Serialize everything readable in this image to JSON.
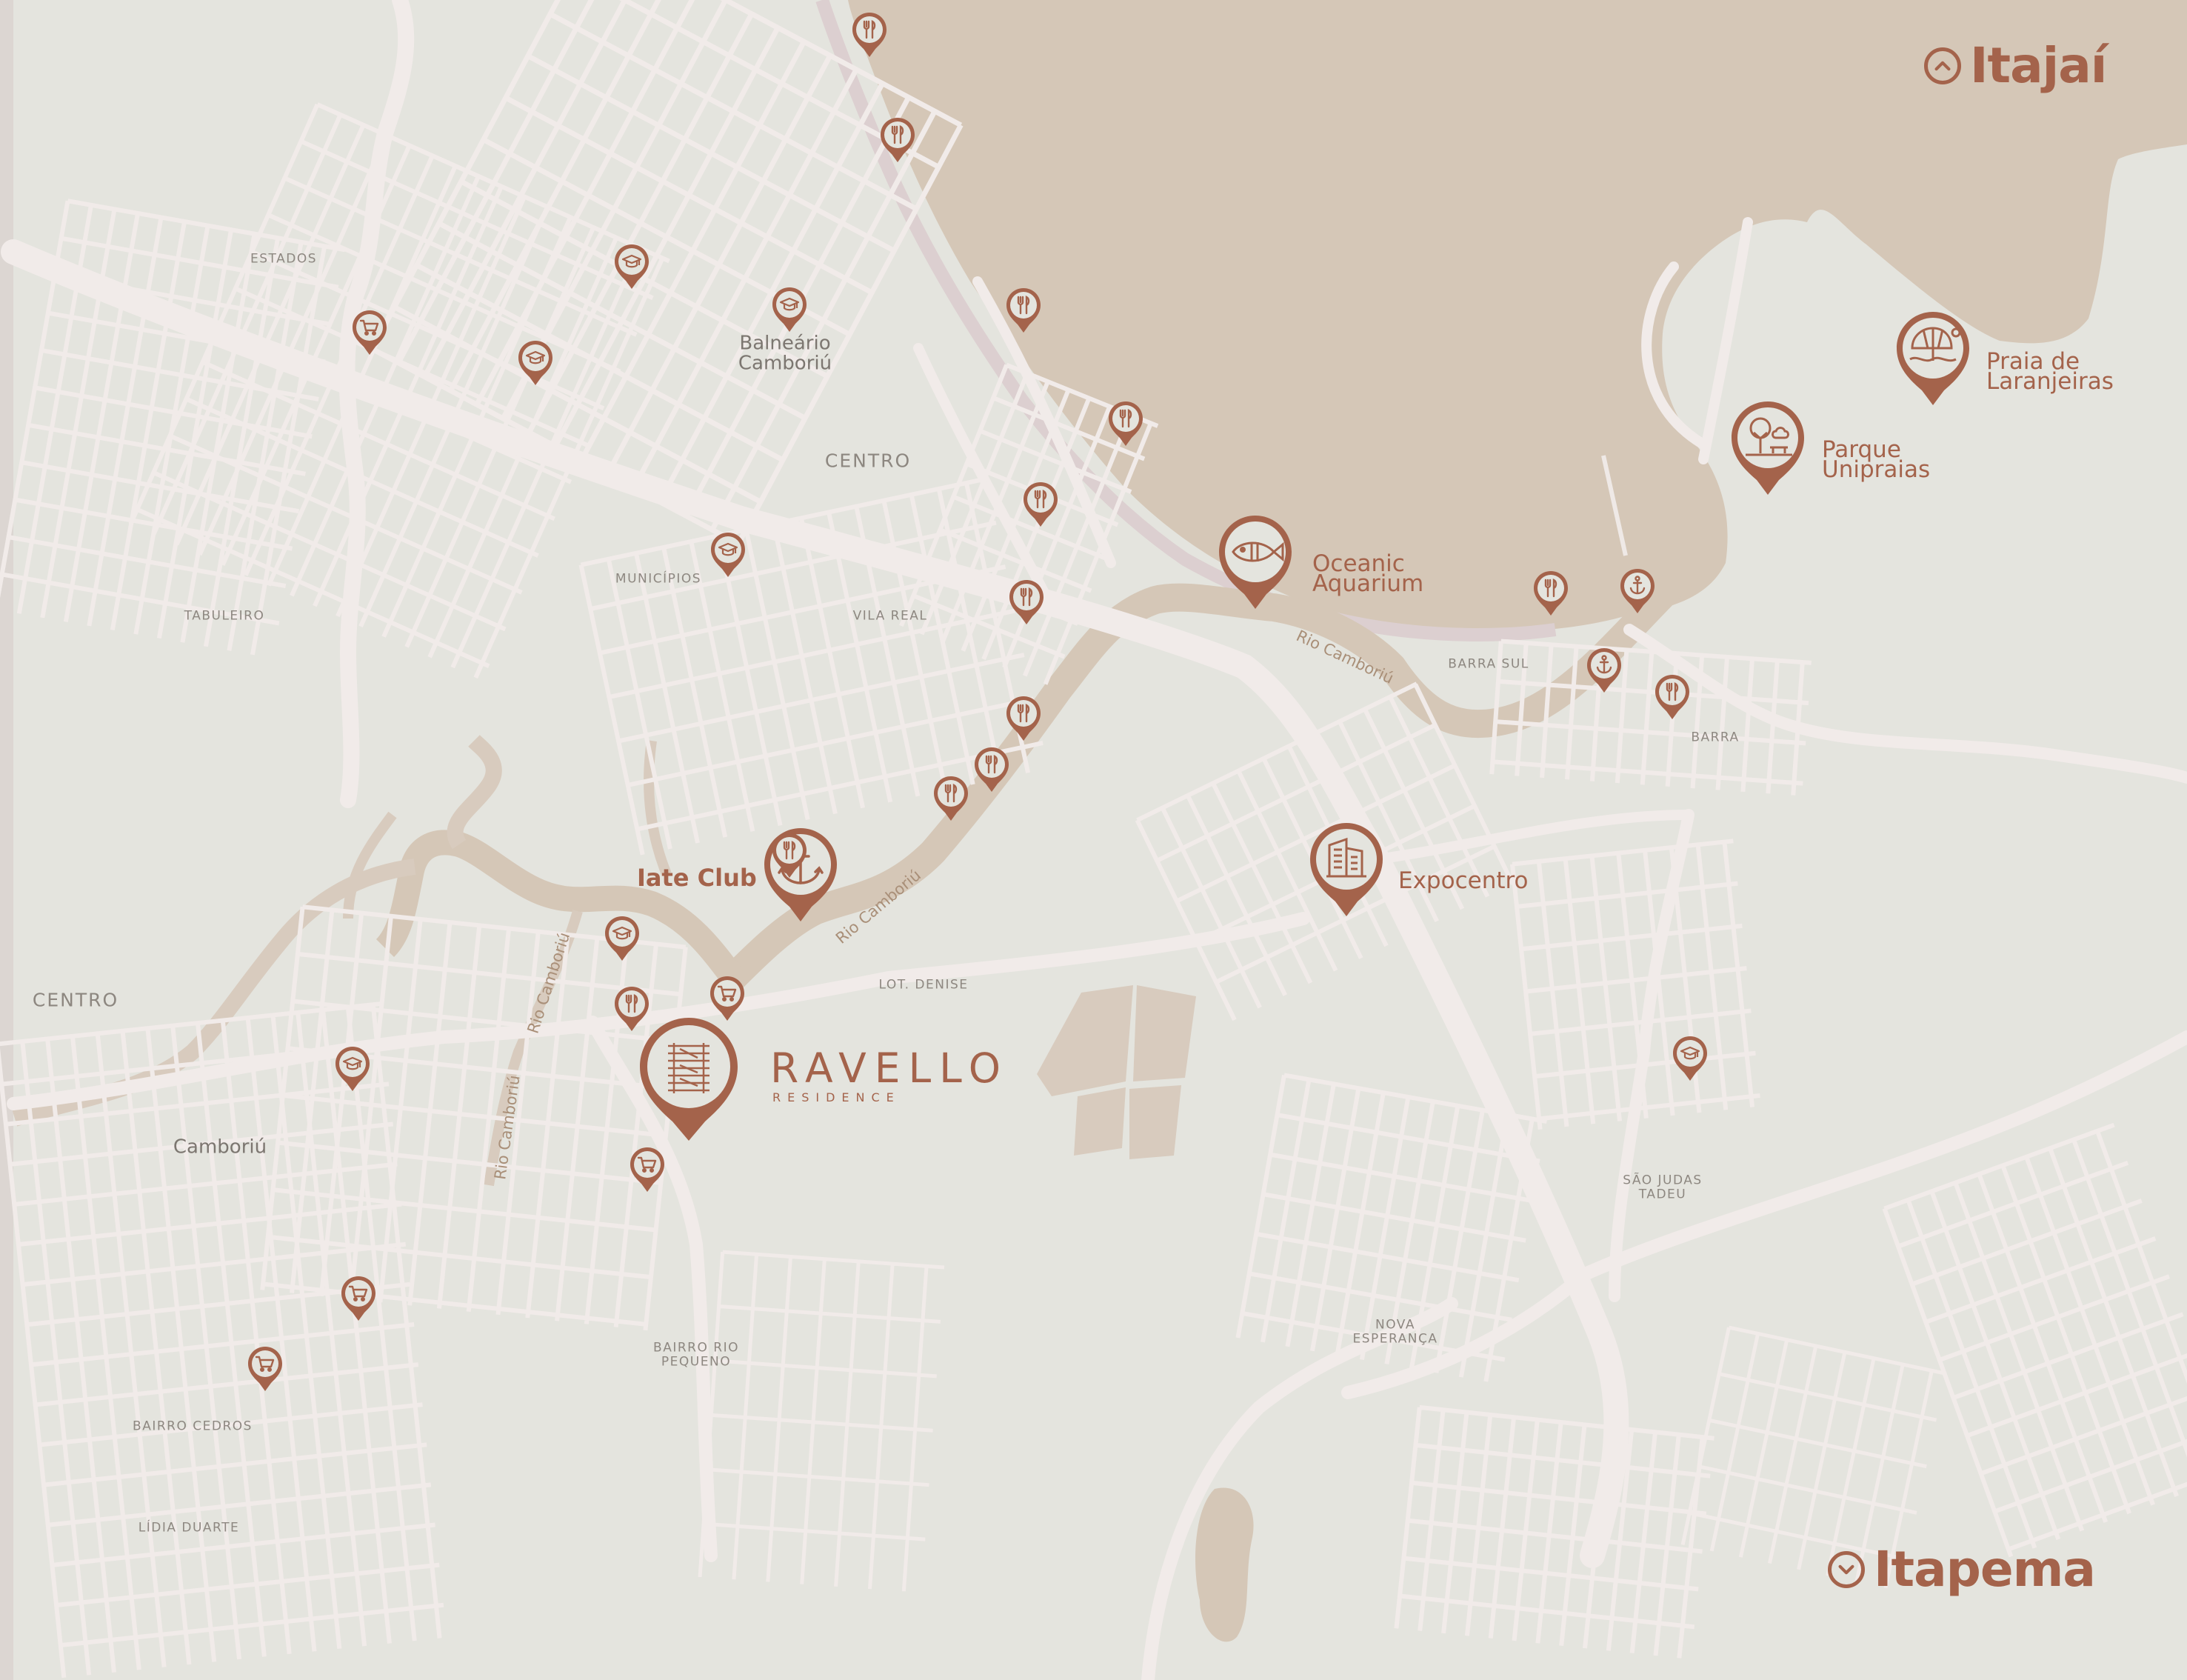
{
  "colors": {
    "land": "#e4e4de",
    "water": "#d5c7b7",
    "road": "#f1ebe9",
    "accent": "#a4634b",
    "label": "#8d8780"
  },
  "cities": [
    {
      "key": "itajai",
      "label": "Itajaí",
      "icon": "chevron-up-icon"
    },
    {
      "key": "itapema",
      "label": "Itapema",
      "icon": "chevron-down-icon"
    }
  ],
  "district_labels": [
    "ESTADOS",
    "CENTRO",
    "MUNICÍPIOS",
    "TABULEIRO",
    "VILA REAL",
    "BARRA SUL",
    "BARRA",
    "CENTRO",
    "LOT. DENISE",
    "SÃO JUDAS\nTADEU",
    "NOVA\nESPERANÇA",
    "BAIRRO RIO\nPEQUENO",
    "BAIRRO CEDROS",
    "LÍDIA DUARTE"
  ],
  "city_labels": [
    "Balneário\nCamboriú",
    "Camboriú"
  ],
  "river_labels": [
    "Rio Camboriú",
    "Rio Camboriú",
    "Rio Camboriú",
    "Rio Camboriú"
  ],
  "landmarks": [
    {
      "label": "Oceanic\nAquarium",
      "icon": "fish-icon"
    },
    {
      "label": "Praia de\nLaranjeiras",
      "icon": "beach-umbrella-icon"
    },
    {
      "label": "Parque\nUnipraias",
      "icon": "park-tree-icon"
    },
    {
      "label": "Expocentro",
      "icon": "building-icon"
    },
    {
      "label": "Iate Club",
      "icon": "anchor-icon"
    }
  ],
  "brand": {
    "name": "RAVELLO",
    "subtitle": "RESIDENCE",
    "icon": "ravello-logo-icon"
  },
  "poi_pins": [
    {
      "type": "restaurant",
      "icon": "fork-knife-icon"
    },
    {
      "type": "restaurant",
      "icon": "fork-knife-icon"
    },
    {
      "type": "restaurant",
      "icon": "fork-knife-icon"
    },
    {
      "type": "restaurant",
      "icon": "fork-knife-icon"
    },
    {
      "type": "restaurant",
      "icon": "fork-knife-icon"
    },
    {
      "type": "restaurant",
      "icon": "fork-knife-icon"
    },
    {
      "type": "restaurant",
      "icon": "fork-knife-icon"
    },
    {
      "type": "restaurant",
      "icon": "fork-knife-icon"
    },
    {
      "type": "restaurant",
      "icon": "fork-knife-icon"
    },
    {
      "type": "restaurant",
      "icon": "fork-knife-icon"
    },
    {
      "type": "restaurant",
      "icon": "fork-knife-icon"
    },
    {
      "type": "restaurant",
      "icon": "fork-knife-icon"
    },
    {
      "type": "restaurant",
      "icon": "fork-knife-icon"
    },
    {
      "type": "school",
      "icon": "graduation-cap-icon"
    },
    {
      "type": "school",
      "icon": "graduation-cap-icon"
    },
    {
      "type": "school",
      "icon": "graduation-cap-icon"
    },
    {
      "type": "school",
      "icon": "graduation-cap-icon"
    },
    {
      "type": "school",
      "icon": "graduation-cap-icon"
    },
    {
      "type": "school",
      "icon": "graduation-cap-icon"
    },
    {
      "type": "school",
      "icon": "graduation-cap-icon"
    },
    {
      "type": "shopping",
      "icon": "shopping-cart-icon"
    },
    {
      "type": "shopping",
      "icon": "shopping-cart-icon"
    },
    {
      "type": "shopping",
      "icon": "shopping-cart-icon"
    },
    {
      "type": "shopping",
      "icon": "shopping-cart-icon"
    },
    {
      "type": "shopping",
      "icon": "shopping-cart-icon"
    },
    {
      "type": "marina",
      "icon": "anchor-icon"
    },
    {
      "type": "marina",
      "icon": "anchor-icon"
    }
  ]
}
